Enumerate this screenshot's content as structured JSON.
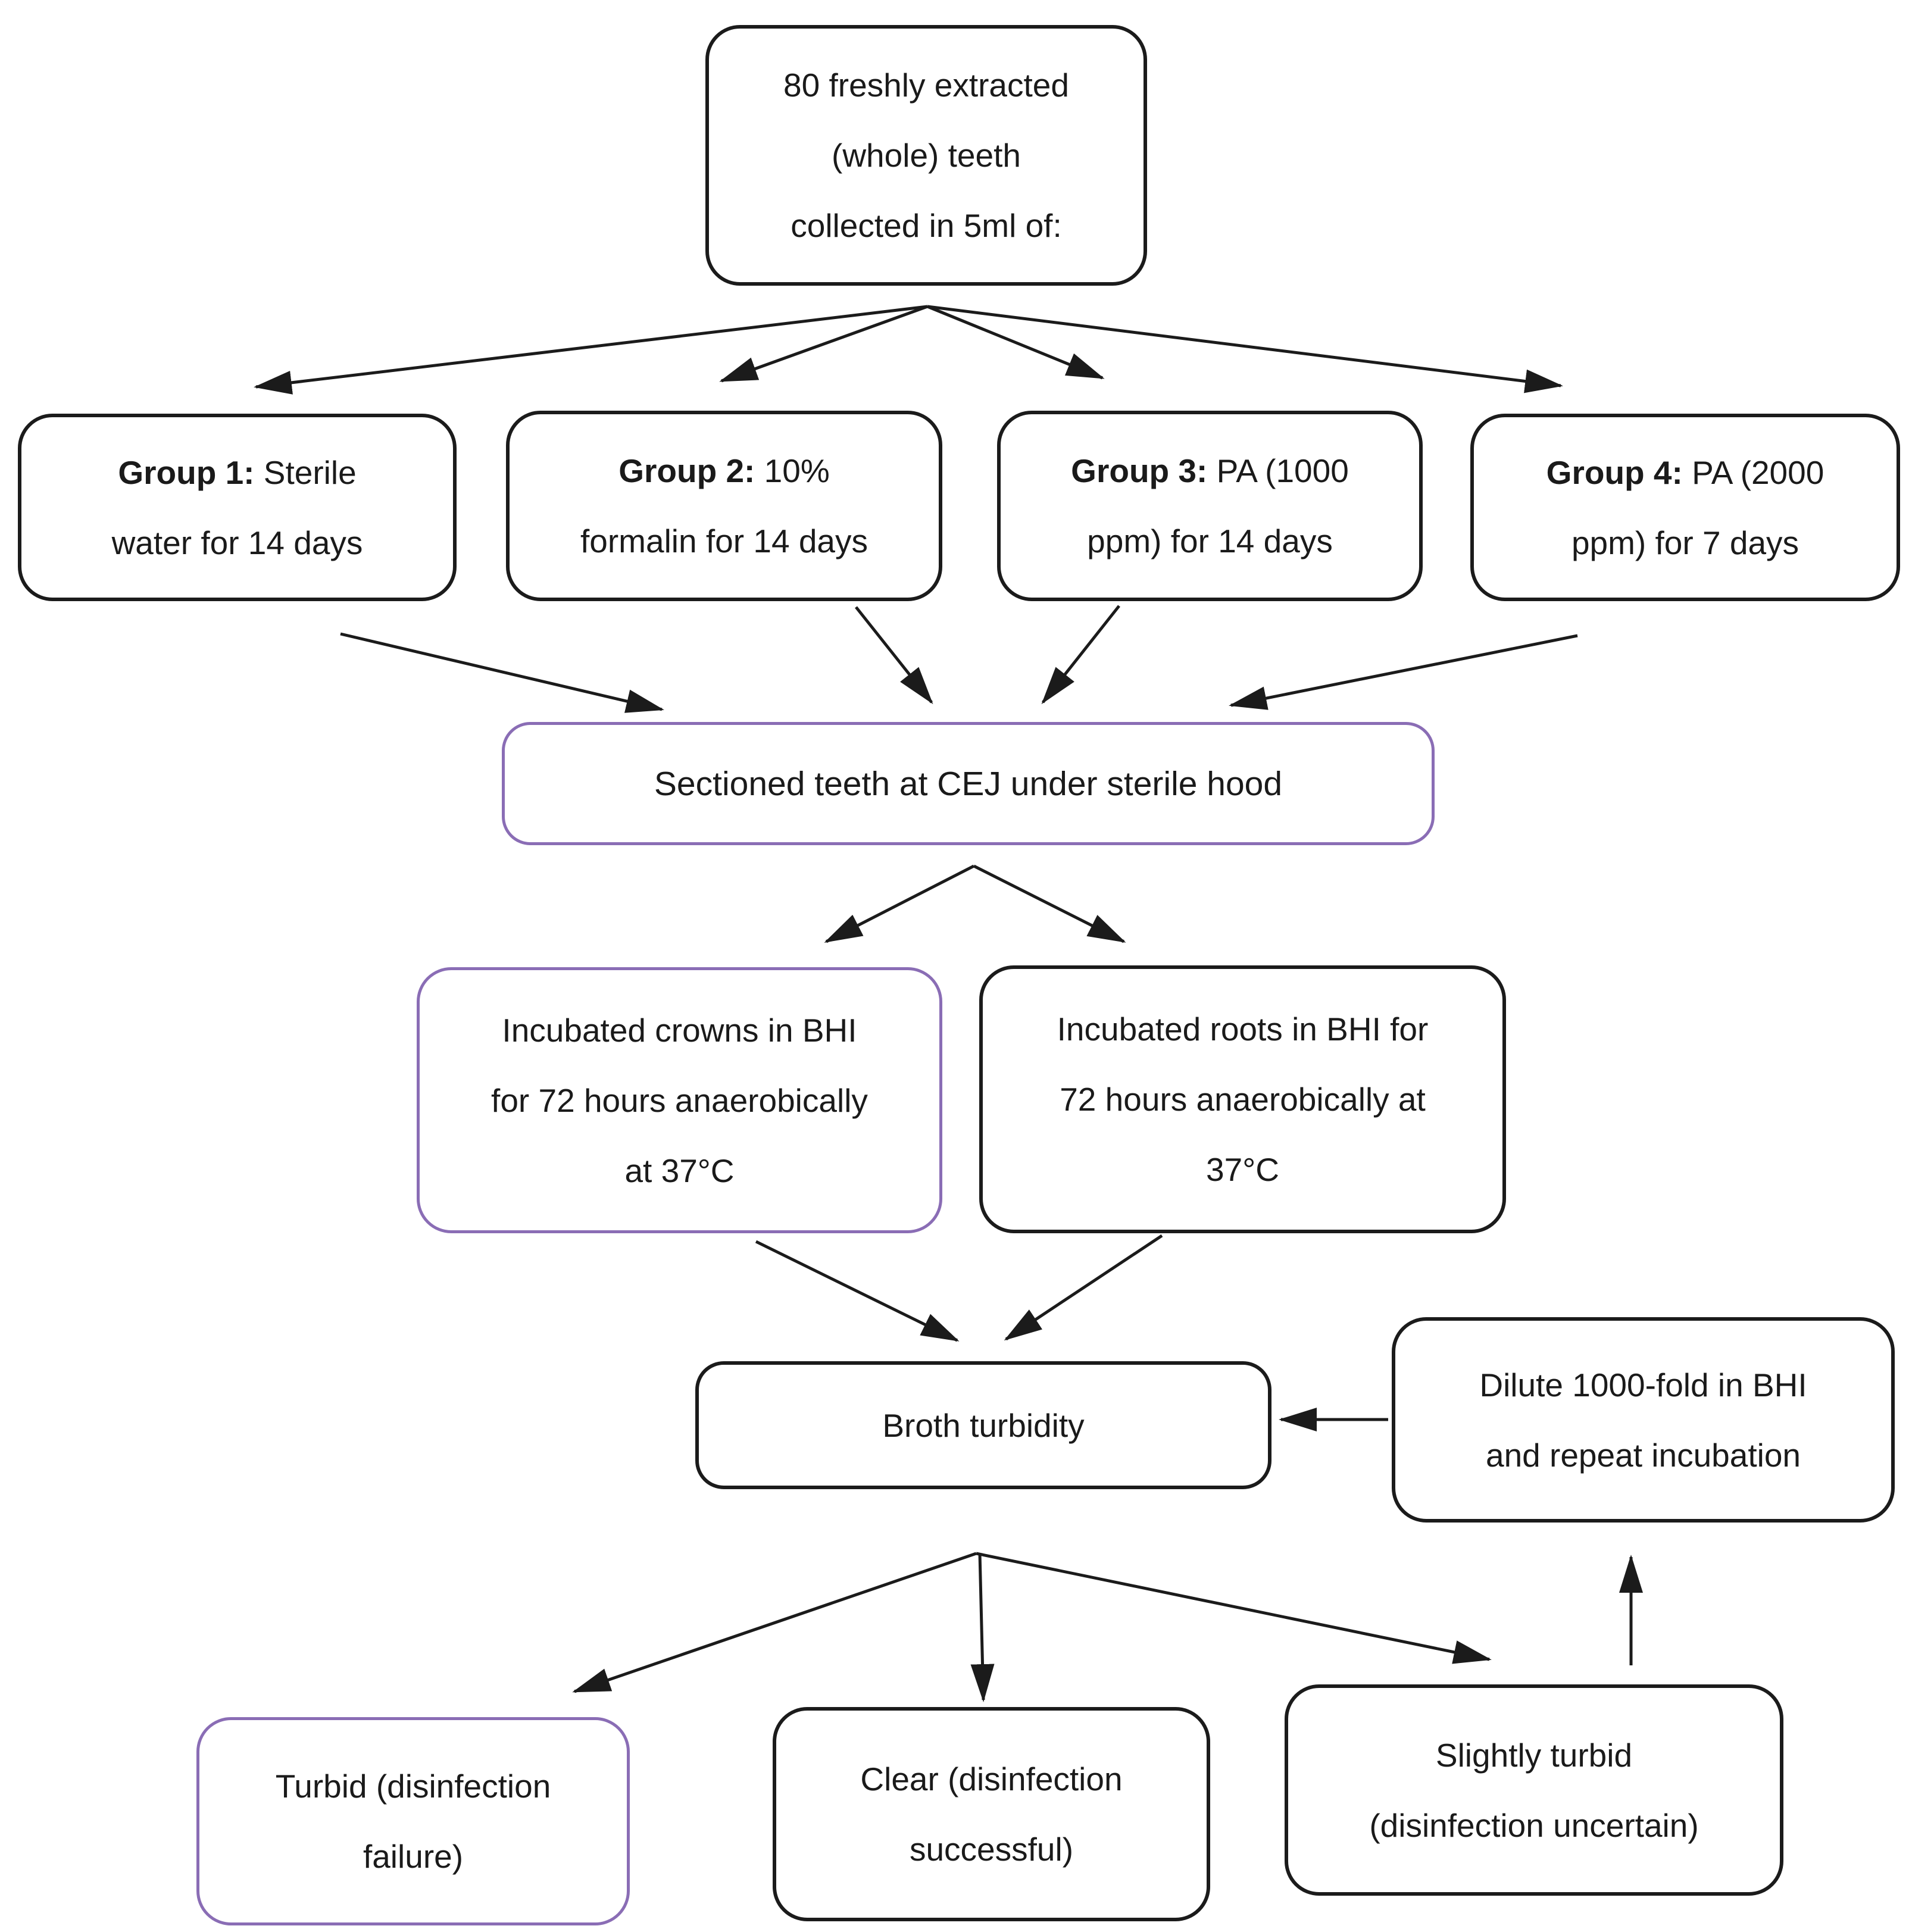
{
  "page": {
    "background": "#ffffff"
  },
  "colors": {
    "border_black": "#1b1b1b",
    "border_purple": "#8a6db5",
    "arrow": "#1b1b1b",
    "text": "#1a1a1a"
  },
  "flowchart": {
    "start": {
      "lines": [
        "80 freshly extracted",
        "(whole) teeth",
        "collected in 5ml of:"
      ]
    },
    "groups": [
      {
        "bold": "Group 1:",
        "line1_rest": " Sterile",
        "line2": "water for 14 days"
      },
      {
        "bold": "Group 2:",
        "line1_rest": " 10%",
        "line2": "formalin for 14 days"
      },
      {
        "bold": "Group 3:",
        "line1_rest": " PA (1000",
        "line2": "ppm) for 14 days"
      },
      {
        "bold": "Group 4:",
        "line1_rest": " PA (2000",
        "line2": "ppm) for 7 days"
      }
    ],
    "sectioned": {
      "line1": "Sectioned teeth at CEJ under sterile hood"
    },
    "crowns": {
      "lines": [
        "Incubated crowns in BHI",
        "for 72 hours anaerobically",
        "at 37°C"
      ]
    },
    "roots": {
      "lines": [
        "Incubated roots in BHI for",
        "72 hours anaerobically at",
        "37°C"
      ]
    },
    "broth": {
      "line1": "Broth turbidity"
    },
    "dilute": {
      "lines": [
        "Dilute 1000-fold in BHI",
        "and repeat incubation"
      ]
    },
    "turbid": {
      "lines": [
        "Turbid (disinfection",
        "failure)"
      ]
    },
    "clear": {
      "lines": [
        "Clear (disinfection",
        "successful)"
      ]
    },
    "slightly_turbid": {
      "lines": [
        "Slightly turbid",
        "(disinfection uncertain)"
      ]
    }
  }
}
